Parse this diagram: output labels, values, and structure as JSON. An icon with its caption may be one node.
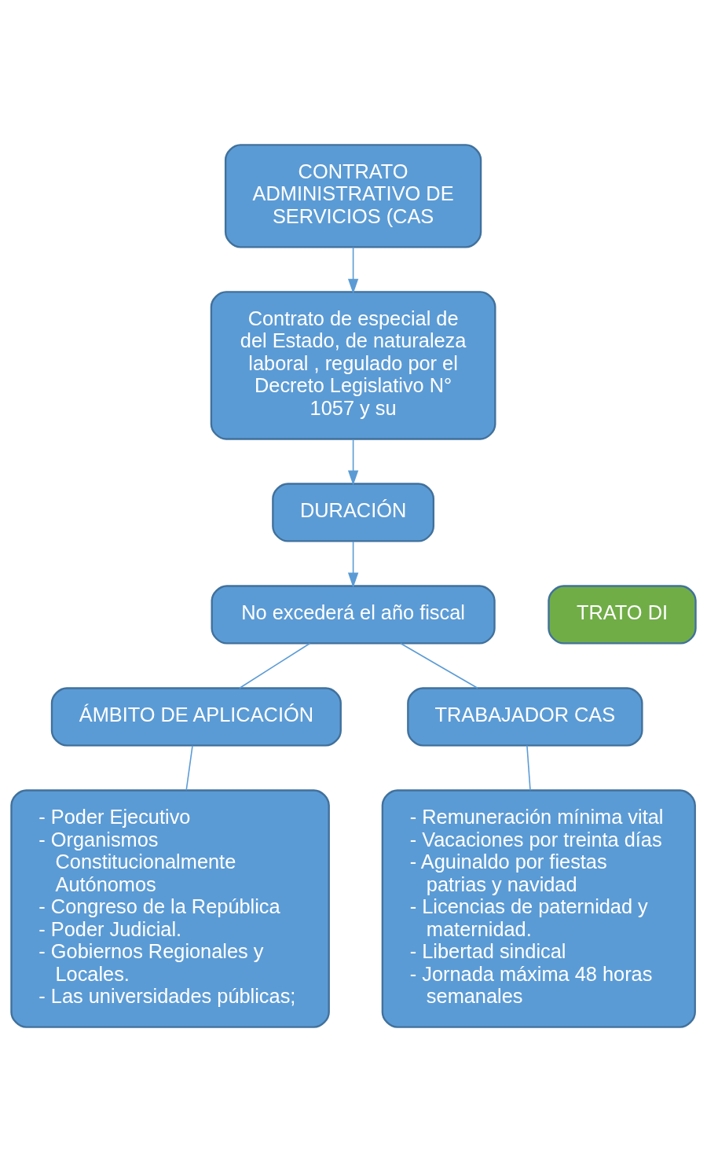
{
  "diagram": {
    "nodes": [
      {
        "text": [
          "CONTRATO ADMINISTRATIVO DE SERVICIOS (CAS"
        ]
      },
      {
        "text": [
          "Contrato de especial de del Estado, de naturaleza laboral , regulado por el Decreto Legislativo N° 1057 y su"
        ]
      },
      {
        "text": [
          "DURACIÓN"
        ]
      },
      {
        "text": [
          "No excederá el año fiscal"
        ]
      },
      {
        "text": [
          "TRATO DI"
        ]
      },
      {
        "text": [
          "ÁMBITO DE APLICACIÓN"
        ]
      },
      {
        "text": [
          "TRABAJADOR CAS"
        ]
      },
      {
        "text": [
          "- Poder Ejecutivo",
          "- Organismos Constitucionalmente Autónomos",
          "- Congreso de la República",
          "- Poder Judicial.",
          "- Gobiernos Regionales y Locales.",
          "- Las universidades públicas;"
        ]
      },
      {
        "text": [
          "- Remuneración mínima vital",
          "- Vacaciones por treinta días",
          "- Aguinaldo por fiestas patrias y navidad",
          "- Licencias de paternidad y maternidad.",
          "- Libertad sindical",
          "- Jornada máxima 48 horas semanales"
        ]
      }
    ],
    "edges": [
      {
        "from": 0,
        "to": 1,
        "arrow": "to"
      },
      {
        "from": 1,
        "to": 2,
        "arrow": "to"
      },
      {
        "from": 2,
        "to": 3,
        "arrow": "to"
      },
      {
        "from": 3,
        "to": 5,
        "arrow": "none"
      },
      {
        "from": 3,
        "to": 6,
        "arrow": "none"
      },
      {
        "from": 5,
        "to": 7,
        "arrow": "none"
      },
      {
        "from": 6,
        "to": 8,
        "arrow": "none"
      }
    ]
  }
}
